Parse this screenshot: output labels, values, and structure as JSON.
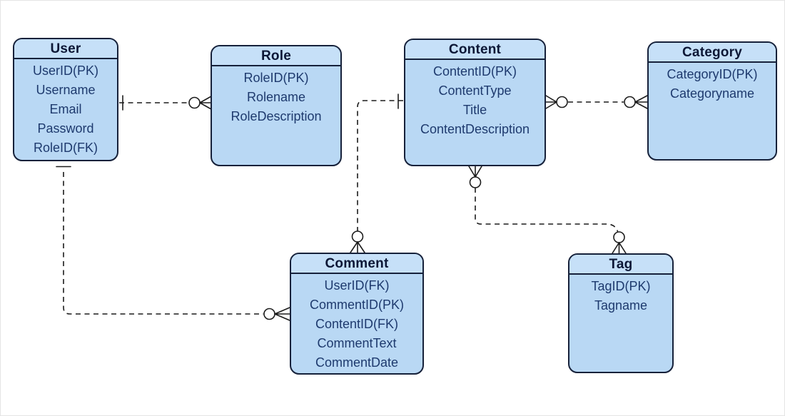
{
  "diagram_type": "entity-relationship-diagram",
  "notation": "crow-foot",
  "entities": [
    {
      "id": "user",
      "title": "User",
      "attributes": [
        "UserID(PK)",
        "Username",
        "Email",
        "Password",
        "RoleID(FK)"
      ]
    },
    {
      "id": "role",
      "title": "Role",
      "attributes": [
        "RoleID(PK)",
        "Rolename",
        "RoleDescription"
      ]
    },
    {
      "id": "content",
      "title": "Content",
      "attributes": [
        "ContentID(PK)",
        "ContentType",
        "Title",
        "ContentDescription"
      ]
    },
    {
      "id": "category",
      "title": "Category",
      "attributes": [
        "CategoryID(PK)",
        "Categoryname"
      ]
    },
    {
      "id": "comment",
      "title": "Comment",
      "attributes": [
        "UserID(FK)",
        "CommentID(PK)",
        "ContentID(FK)",
        "CommentText",
        "CommentDate"
      ]
    },
    {
      "id": "tag",
      "title": "Tag",
      "attributes": [
        "TagID(PK)",
        "Tagname"
      ]
    }
  ],
  "relationships": [
    {
      "from": "User",
      "to": "Role",
      "from_cardinality": "one",
      "to_cardinality": "zero-or-many",
      "line_style": "dashed"
    },
    {
      "from": "User",
      "to": "Comment",
      "from_cardinality": "one",
      "to_cardinality": "zero-or-many",
      "line_style": "dashed"
    },
    {
      "from": "Content",
      "to": "Comment",
      "from_cardinality": "one",
      "to_cardinality": "zero-or-many",
      "line_style": "dashed"
    },
    {
      "from": "Content",
      "to": "Tag",
      "from_cardinality": "zero-or-many",
      "to_cardinality": "zero-or-many",
      "line_style": "dashed"
    },
    {
      "from": "Content",
      "to": "Category",
      "from_cardinality": "zero-or-many",
      "to_cardinality": "zero-or-many",
      "line_style": "dashed"
    }
  ],
  "colors": {
    "background": "#ffffff",
    "entity_fill": "#b9d8f4",
    "entity_header_fill": "#c6e0f8",
    "entity_border": "#16213a",
    "title_text": "#0c1736",
    "attribute_text": "#1e3a6e",
    "connector": "#1c1c1c"
  }
}
